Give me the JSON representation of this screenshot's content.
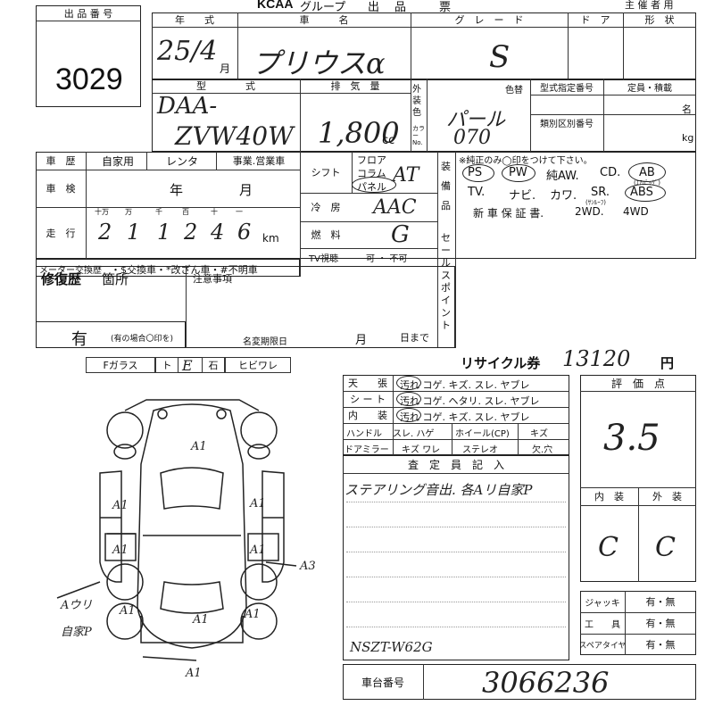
{
  "header": {
    "logo": "KCAA",
    "title_part": "グループ",
    "title_chars": [
      "出",
      "品",
      "票"
    ],
    "owner": "主 催 者 用"
  },
  "lot": {
    "label": "出 品 番 号",
    "value": "3029"
  },
  "row1": {
    "labels": {
      "year": "年　　式",
      "name": "車　　　名",
      "grade": "グ　レ　ー　ド",
      "door": "ド　ア",
      "shape": "形　状"
    },
    "year_value": "25/4",
    "month_unit": "月",
    "car_name": "プリウスα",
    "grade_value": "S"
  },
  "row2": {
    "labels": {
      "model": "型　　　　式",
      "disp": "排　気　量",
      "color_side": "外装色",
      "color_no": "カラーNo.",
      "color_change": "色替",
      "type_no": "型式指定番号",
      "class_no": "類別区別番号",
      "capacity": "定員・積載",
      "persons": "名",
      "kg": "kg"
    },
    "model_line1": "DAA-",
    "model_line2": "ZVW40W",
    "displacement": "1,800",
    "cc_unit": "cc",
    "color_name": "パール",
    "color_code": "070"
  },
  "history": {
    "reki": "車　歴",
    "options": [
      "自家用",
      "レンタ",
      "事業.営業車"
    ],
    "shaken": "車　検",
    "nen": "年",
    "tsuki": "月",
    "distance": "走　行",
    "units": [
      "十万",
      "万",
      "千",
      "百",
      "十",
      "一"
    ],
    "digits": [
      "2",
      "1",
      "1",
      "2",
      "4",
      "6"
    ],
    "km": "km",
    "meter_label": "メーター交換歴",
    "meter_text": "・$交換車・*改ざん車・#不明車"
  },
  "mid": {
    "shift": "シフト",
    "shift_opts": [
      "フロア",
      "コラム",
      "パネル"
    ],
    "shift_hand": "AT",
    "aircon": "冷　房",
    "aircon_hand": "AAC",
    "fuel": "燃　料",
    "fuel_hand": "G",
    "tv": "TV視聴",
    "tv_opts": "可 ・ 不可"
  },
  "equip": {
    "label": "装備品",
    "note": "※純正のみ◯印をつけて下さい。",
    "row1": [
      "PS",
      "PW",
      "純AW.",
      "CD.",
      "AB"
    ],
    "row1_sub": "(ｴｱﾊﾞｯｸﾞ)",
    "row2": [
      "TV.",
      "ナビ.",
      "カワ.",
      "SR.",
      "ABS"
    ],
    "row2_sub": "(ｻﾝﾙｰﾌ)",
    "row3": [
      "新 車 保 証 書.",
      "2WD.",
      "4WD"
    ]
  },
  "sales": {
    "label": "セールスポイント"
  },
  "repair": {
    "title": "修復歴",
    "place": "箇所",
    "answer": "有",
    "note": "(有の場合〇印を)",
    "notes": "注意事項",
    "deadline": "名変期限日",
    "month": "月",
    "day": "日まで"
  },
  "glass": {
    "items": [
      "Fガラス",
      "ト",
      "石",
      "ヒビワレ"
    ],
    "hand_mark": "E"
  },
  "diagram": {
    "marks": [
      "A1",
      "A1",
      "A1",
      "A1",
      "A1",
      "A1",
      "A1",
      "A1",
      "A1",
      "A3"
    ],
    "side_note1": "Aウリ",
    "side_note2": "自家P"
  },
  "recycle": {
    "label": "リサイクル券",
    "value": "13120",
    "unit": "円"
  },
  "cond": {
    "rows": [
      {
        "name": "天　　張",
        "opts": [
          "汚れ",
          "コゲ.",
          "キズ.",
          "スレ.",
          "ヤブレ"
        ]
      },
      {
        "name": "シ ー ト",
        "opts": [
          "汚れ",
          "コゲ.",
          "ヘタリ.",
          "スレ.",
          "ヤブレ"
        ]
      },
      {
        "name": "内　　装",
        "opts": [
          "汚れ",
          "コゲ.",
          "キズ.",
          "スレ.",
          "ヤブレ"
        ]
      }
    ],
    "handle": "ハンドル",
    "handle_opts": [
      "スレ.",
      "ハゲ"
    ],
    "wheel": "ホイール(CP)",
    "wheel_v": "キズ",
    "mirror": "ドアミラー",
    "mirror_opts": [
      "キズ",
      "ワレ"
    ],
    "stereo": "ステレオ",
    "stereo_v": "欠.穴"
  },
  "inspector": {
    "title": "査　定　員　記　入",
    "text": "ステアリング音出. 各Aリ自家P"
  },
  "score": {
    "title": "評　価　点",
    "value": "3.5",
    "interior": "内　装",
    "exterior": "外　装",
    "int_v": "C",
    "ext_v": "C"
  },
  "tools": {
    "rows": [
      {
        "name": "ジャッキ",
        "v": "有・無"
      },
      {
        "name": "工　　具",
        "v": "有・無"
      },
      {
        "name": "スペアタイヤ",
        "v": "有・無"
      }
    ]
  },
  "chassis": {
    "code": "NSZT-W62G",
    "label": "車台番号",
    "value": "3066236"
  }
}
